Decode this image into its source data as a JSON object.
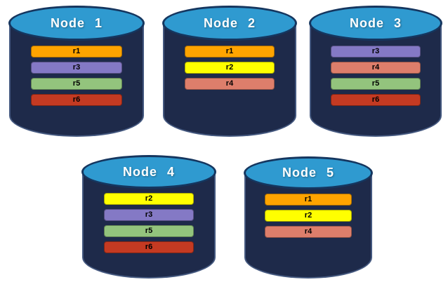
{
  "colors": {
    "background": "#ffffff",
    "cylinder_body": "#1E2A4A",
    "cylinder_body_stroke": "#44587F",
    "cylinder_top": "#2F9AD0",
    "cylinder_top_stroke": "#15365F",
    "node_label_text": "#ffffff",
    "replica_label_text": "#000000",
    "replica_r1": "#FFA400",
    "replica_r2": "#FFFF00",
    "replica_r3": "#8479C5",
    "replica_r4": "#DD7E6B",
    "replica_r5": "#93C47D",
    "replica_r6": "#C43A22"
  },
  "nodes": [
    {
      "label": "Node 1",
      "replicas": [
        {
          "label": "r1",
          "color": "#FFA400"
        },
        {
          "label": "r3",
          "color": "#8479C5"
        },
        {
          "label": "r5",
          "color": "#93C47D"
        },
        {
          "label": "r6",
          "color": "#C43A22"
        }
      ]
    },
    {
      "label": "Node 2",
      "replicas": [
        {
          "label": "r1",
          "color": "#FFA400"
        },
        {
          "label": "r2",
          "color": "#FFFF00"
        },
        {
          "label": "r4",
          "color": "#DD7E6B"
        }
      ]
    },
    {
      "label": "Node 3",
      "replicas": [
        {
          "label": "r3",
          "color": "#8479C5"
        },
        {
          "label": "r4",
          "color": "#DD7E6B"
        },
        {
          "label": "r5",
          "color": "#93C47D"
        },
        {
          "label": "r6",
          "color": "#C43A22"
        }
      ]
    },
    {
      "label": "Node 4",
      "replicas": [
        {
          "label": "r2",
          "color": "#FFFF00"
        },
        {
          "label": "r3",
          "color": "#8479C5"
        },
        {
          "label": "r5",
          "color": "#93C47D"
        },
        {
          "label": "r6",
          "color": "#C43A22"
        }
      ]
    },
    {
      "label": "Node 5",
      "replicas": [
        {
          "label": "r1",
          "color": "#FFA400"
        },
        {
          "label": "r2",
          "color": "#FFFF00"
        },
        {
          "label": "r4",
          "color": "#DD7E6B"
        }
      ]
    }
  ]
}
